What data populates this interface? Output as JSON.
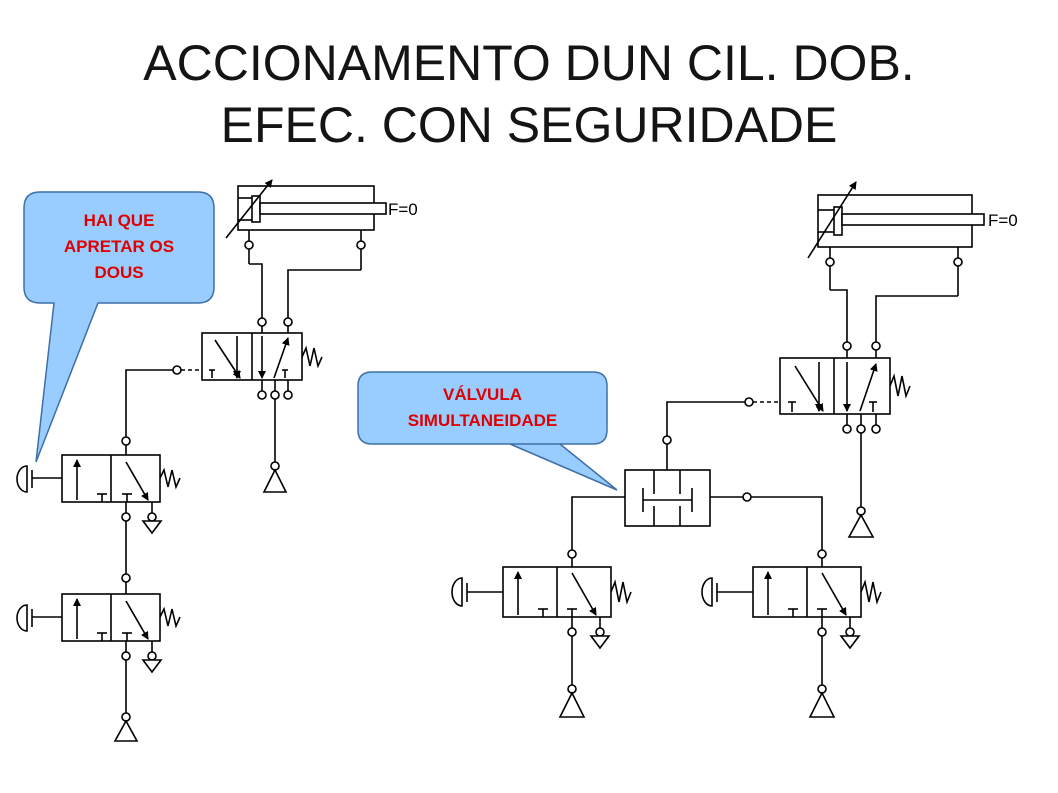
{
  "title": {
    "line1": "ACCIONAMENTO DUN CIL. DOB.",
    "line2": "EFEC. CON SEGURIDADE"
  },
  "callouts": {
    "left": {
      "line1": "HAI QUE",
      "line2": "APRETAR OS",
      "line3": "DOUS"
    },
    "right": {
      "line1": "VÁLVULA",
      "line2": "SIMULTANEIDADE"
    }
  },
  "circuit": {
    "left_cylinder_label": "F=0",
    "right_cylinder_label": "F=0"
  },
  "colors": {
    "callout_fill": "#99ccff",
    "callout_text": "#e00000",
    "line": "#000000"
  }
}
